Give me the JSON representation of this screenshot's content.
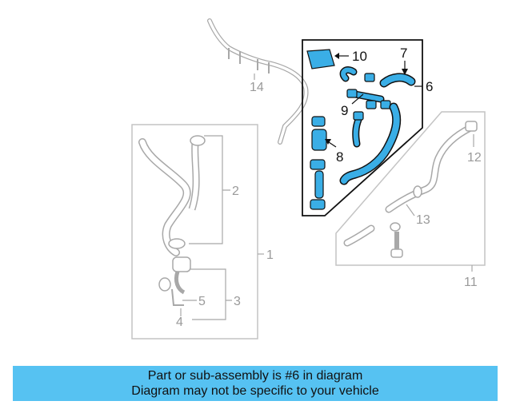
{
  "colors": {
    "banner": "#56c2f2",
    "highlight_part": "#3aaee6",
    "outline_dark": "#111111",
    "outline_grey": "#a8a8a8",
    "group_box_grey": "#c4c4c4",
    "label_grey": "#9a9a9a"
  },
  "callouts": {
    "c1": "1",
    "c2": "2",
    "c3": "3",
    "c4": "4",
    "c5": "5",
    "c6": "6",
    "c7": "7",
    "c8": "8",
    "c9": "9",
    "c10": "10",
    "c11": "11",
    "c12": "12",
    "c13": "13",
    "c14": "14"
  },
  "highlighted_callout": "6",
  "banner": {
    "line1": "Part or sub-assembly is #6 in diagram",
    "line2": "Diagram may not be specific to your vehicle"
  }
}
